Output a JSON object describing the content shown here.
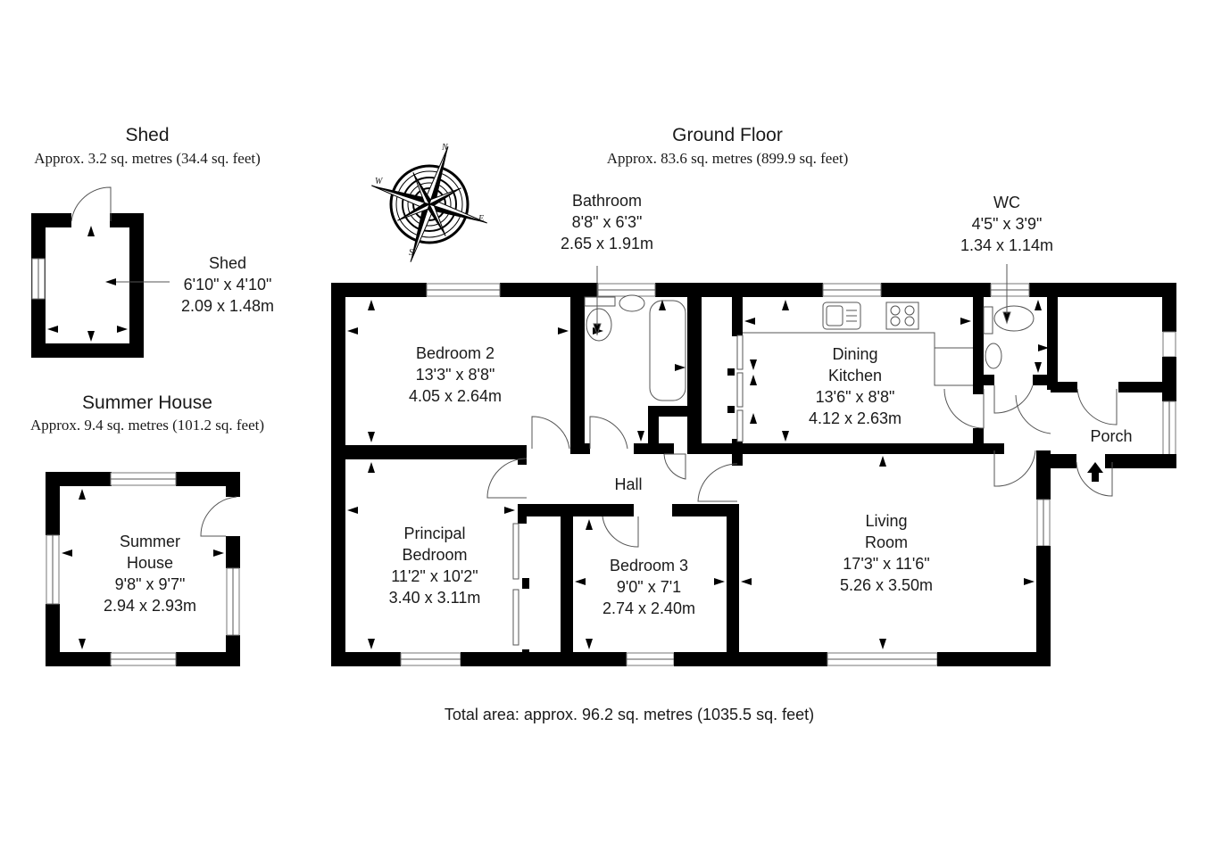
{
  "floors": {
    "shed": {
      "title": "Shed",
      "area": "Approx. 3.2 sq. metres (34.4 sq. feet)"
    },
    "summer_house": {
      "title": "Summer House",
      "area": "Approx. 9.4 sq. metres (101.2 sq. feet)"
    },
    "ground_floor": {
      "title": "Ground Floor",
      "area": "Approx. 83.6 sq. metres (899.9 sq. feet)"
    }
  },
  "rooms": {
    "shed": {
      "name": "Shed",
      "imperial": "6'10\" x 4'10\"",
      "metric": "2.09 x 1.48m"
    },
    "summer_house": {
      "name_line1": "Summer",
      "name_line2": "House",
      "imperial": "9'8\" x 9'7\"",
      "metric": "2.94 x 2.93m"
    },
    "bathroom": {
      "name": "Bathroom",
      "imperial": "8'8\" x 6'3\"",
      "metric": "2.65 x 1.91m"
    },
    "wc": {
      "name": "WC",
      "imperial": "4'5\" x 3'9\"",
      "metric": "1.34 x 1.14m"
    },
    "bedroom2": {
      "name": "Bedroom 2",
      "imperial": "13'3\" x 8'8\"",
      "metric": "4.05 x 2.64m"
    },
    "dining_kitchen": {
      "name_line1": "Dining",
      "name_line2": "Kitchen",
      "imperial": "13'6\" x 8'8\"",
      "metric": "4.12 x 2.63m"
    },
    "porch": {
      "name": "Porch"
    },
    "hall": {
      "name": "Hall"
    },
    "principal_bedroom": {
      "name_line1": "Principal",
      "name_line2": "Bedroom",
      "imperial": "11'2\" x 10'2\"",
      "metric": "3.40 x 3.11m"
    },
    "bedroom3": {
      "name": "Bedroom 3",
      "imperial": "9'0\" x 7'1",
      "metric": "2.74 x 2.40m"
    },
    "living_room": {
      "name_line1": "Living",
      "name_line2": "Room",
      "imperial": "17'3\" x 11'6\"",
      "metric": "5.26 x 3.50m"
    }
  },
  "compass": {
    "icon": "compass-rose-icon",
    "n": "N",
    "e": "E",
    "s": "S",
    "w": "W"
  },
  "total": "Total area: approx. 96.2 sq. metres (1035.5 sq. feet)"
}
